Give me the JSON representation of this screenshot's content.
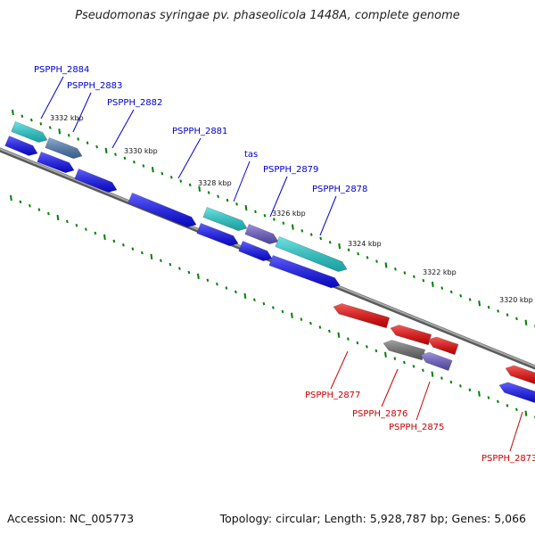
{
  "title": "Pseudomonas syringae pv. phaseolicola 1448A, complete genome",
  "accession": "Accession: NC_005773",
  "summary": "Topology: circular; Length: 5,928,787 bp; Genes: 5,066",
  "colors": {
    "backbone": "#8a8a8a",
    "tick": "#008000",
    "label_forward": "#0000cc",
    "label_reverse": "#cc0000",
    "cds_blue": "#0b0bff",
    "cds_cyan": "#22d6d6",
    "cds_steel": "#4f7fb8",
    "cds_purple": "#6a5acd",
    "cds_red": "#f20000",
    "cds_gray": "#707070"
  },
  "kbp_marks": [
    "3332 kbp",
    "3330 kbp",
    "3328 kbp",
    "3326 kbp",
    "3324 kbp",
    "3322 kbp",
    "3320 kbp"
  ],
  "genes": [
    {
      "label": "PSPPH_2884",
      "strand": "forward"
    },
    {
      "label": "PSPPH_2883",
      "strand": "forward"
    },
    {
      "label": "PSPPH_2882",
      "strand": "forward"
    },
    {
      "label": "PSPPH_2881",
      "strand": "forward"
    },
    {
      "label": "tas",
      "strand": "forward"
    },
    {
      "label": "PSPPH_2879",
      "strand": "forward"
    },
    {
      "label": "PSPPH_2878",
      "strand": "forward"
    },
    {
      "label": "PSPPH_2877",
      "strand": "reverse"
    },
    {
      "label": "PSPPH_2876",
      "strand": "reverse"
    },
    {
      "label": "PSPPH_2875",
      "strand": "reverse"
    },
    {
      "label": "PSPPH_2873",
      "strand": "reverse"
    }
  ]
}
